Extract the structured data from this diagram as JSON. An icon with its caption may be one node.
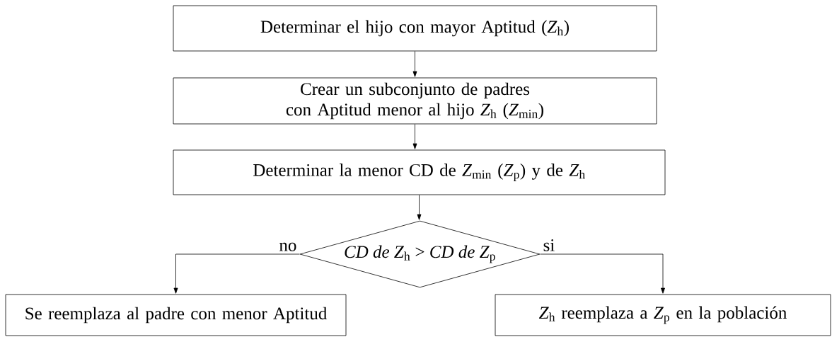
{
  "diagram": {
    "nodes": [
      {
        "text": [
          "Determinar el hijo con mayor Aptitud (*Z*$_{h}$)"
        ]
      },
      {
        "text": [
          "Crear un subconjunto de padres con Aptitud menor al hijo *Z*$_{h}$ (*Z*$_{min}$)"
        ]
      },
      {
        "text": [
          "Determinar la menor CD de *Z*$_{min}$ (*Z*$_{p}$) y de *Z*$_{h}$"
        ]
      },
      {
        "text": [
          "*CD de Z*$_{h}$ > *CD de Z*$_{p}$"
        ]
      },
      {
        "text": [
          "Se reemplaza al padre con menor Aptitud"
        ]
      },
      {
        "text": [
          "*Z*$_{h}$ reemplaza a *Z*$_{p}$ en la población"
        ]
      }
    ],
    "edges": [
      {
        "from": 0,
        "to": 1,
        "arrow": "to"
      },
      {
        "from": 1,
        "to": 2,
        "arrow": "to"
      },
      {
        "from": 2,
        "to": 3,
        "arrow": "to"
      },
      {
        "from": 3,
        "to": 4,
        "arrow": "to",
        "label": "no"
      },
      {
        "from": 3,
        "to": 5,
        "arrow": "to",
        "label": "si"
      }
    ]
  }
}
